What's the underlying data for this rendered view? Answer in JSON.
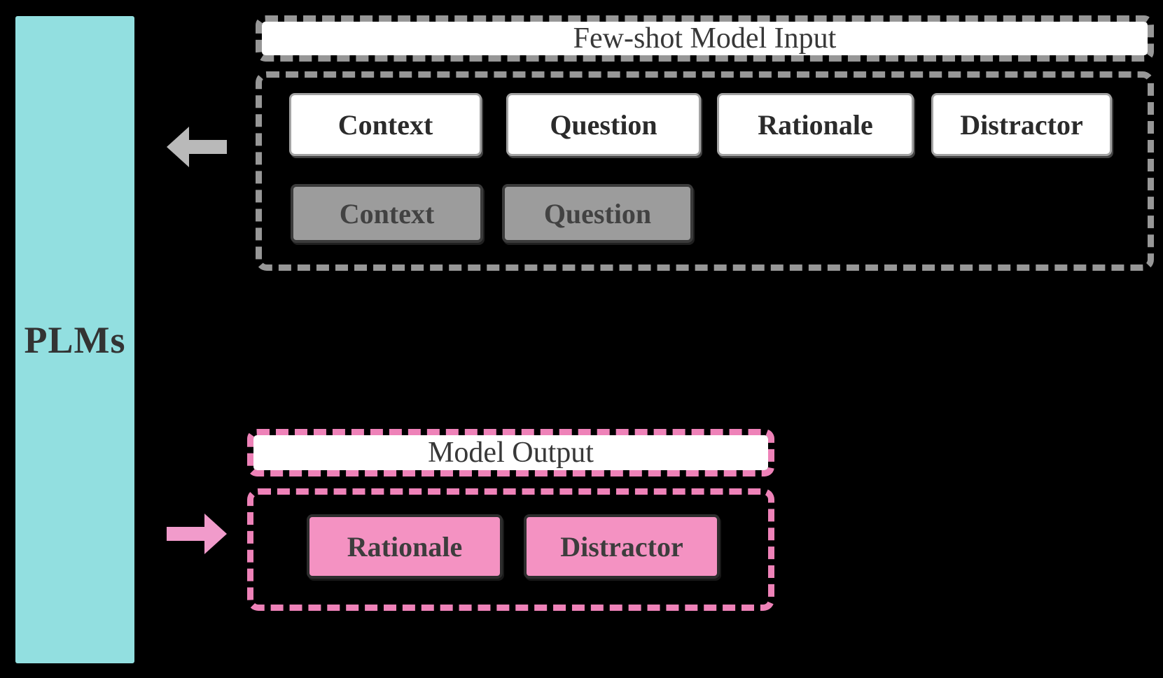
{
  "diagram": {
    "plms_label": "PLMs",
    "input_section": {
      "header": "Few-shot Model Input",
      "example_row": [
        "Context",
        "Question",
        "Rationale",
        "Distractor"
      ],
      "query_row": [
        "Context",
        "Question"
      ]
    },
    "output_section": {
      "header": "Model Output",
      "output_row": [
        "Rationale",
        "Distractor"
      ]
    },
    "arrows": {
      "to_model": "left-arrow",
      "from_model": "right-arrow"
    }
  },
  "colors": {
    "background": "#000000",
    "plm_fill": "#92dfe0",
    "input_accent": "#979797",
    "output_accent": "#ee82b8",
    "gray_box_fill": "#9c9c9c",
    "pink_box_fill": "#f492c2",
    "white_box_fill": "#ffffff",
    "gray_arrow": "#b9b9b9",
    "pink_arrow": "#f19bcb",
    "text_dark": "#333333"
  }
}
